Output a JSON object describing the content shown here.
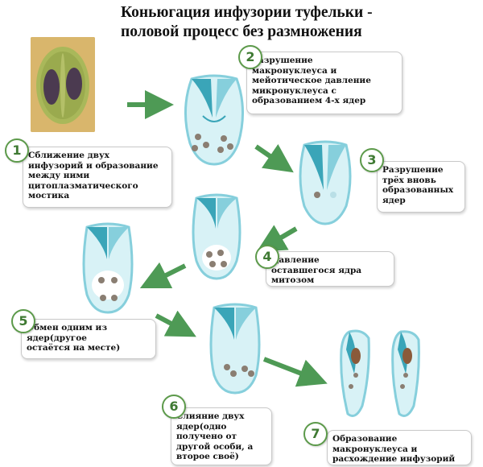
{
  "title": {
    "line1": "Коньюгация инфузории туфельки -",
    "line2": "половой процесс без размножения"
  },
  "steps": [
    {
      "num": "1",
      "text": "Сближение двух\nинфузорий и образование\nмежду ними\nцитоплазматического\nмостика"
    },
    {
      "num": "2",
      "text": "Разрушение\nмакронуклеуса и\nмейотическое давление\nмикронуклеуса с\nобразованием 4-х ядер"
    },
    {
      "num": "3",
      "text": "Разрушение\nтрёх вновь\nобразованных\nядер"
    },
    {
      "num": "4",
      "text": "Давление\nоставшегося ядра\nмитозом"
    },
    {
      "num": "5",
      "text": "Обмен одним из\nядер(другое\nостаётся на месте)"
    },
    {
      "num": "6",
      "text": "Слияние двух\nядер(одно\nполучено от\nдругой особи, а\nвторое своё)"
    },
    {
      "num": "7",
      "text": "Образование\nмакронуклеуса и\nрасхождение инфузорий"
    }
  ],
  "colors": {
    "cell_light": "#d8f2f6",
    "cell_mid": "#86cfdc",
    "cell_dark": "#3aa5b8",
    "arrow": "#4e9a55",
    "badge": "#5c9a4a",
    "photo_bg": "#d8b56a"
  },
  "icons": [
    "micrograph-image",
    "paramecium-cell",
    "process-arrow",
    "nucleus-dot"
  ]
}
